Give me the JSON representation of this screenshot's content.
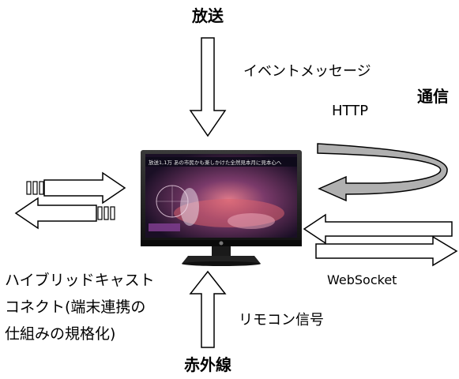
{
  "labels": {
    "broadcast": "放送",
    "event_message": "イベントメッセージ",
    "communication": "通信",
    "http": "HTTP",
    "websocket": "WebSocket",
    "hybridcast_connect_1": "ハイブリッドキャスト",
    "hybridcast_connect_2": "コネクト(端末連携の",
    "hybridcast_connect_3": "仕組みの規格化)",
    "remote_signal": "リモコン信号",
    "infrared": "赤外線"
  },
  "tv_screen": {
    "caption": "放送1,1万 あの市民かも楽しかけた全然見本月に見本心へ"
  },
  "colors": {
    "arrow_stroke": "#000000",
    "arrow_fill": "#ffffff",
    "loop_fill": "#b0b0b0",
    "tv_frame": "#1c1c1c",
    "screen_bg": "#2a1a2e",
    "caption_bar": "#0d0a1a"
  },
  "icons": {
    "tv": "tv-monitor-icon",
    "arrows": "hollow-arrow-icon"
  }
}
